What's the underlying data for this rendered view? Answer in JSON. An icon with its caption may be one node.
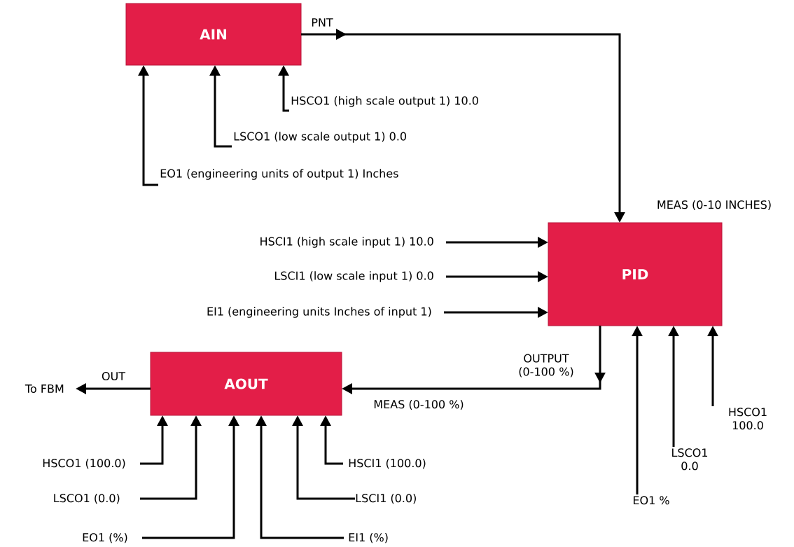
{
  "diagram": {
    "nodes": [
      {
        "text": [
          "AIN"
        ]
      },
      {
        "text": [
          "HSCO1 (high scale output 1) 10.0"
        ]
      },
      {
        "text": [
          "LSCO1 (low scale output 1) 0.0"
        ]
      },
      {
        "text": [
          "EO1 (engineering units of output 1) Inches"
        ]
      },
      {
        "text": [
          "PID"
        ]
      },
      {
        "text": [
          "HSCI1 (high scale input 1) 10.0"
        ]
      },
      {
        "text": [
          "LSCI1 (low scale input 1) 0.0"
        ]
      },
      {
        "text": [
          "EI1 (engineering units Inches of input 1)"
        ]
      },
      {
        "text": [
          "AOUT"
        ]
      },
      {
        "text": [
          "To FBM"
        ]
      },
      {
        "text": [
          "HSCO1 (100.0)"
        ]
      },
      {
        "text": [
          "HSCI1 (100.0)"
        ]
      },
      {
        "text": [
          "LSCO1 (0.0)"
        ]
      },
      {
        "text": [
          "LSCI1 (0.0)"
        ]
      },
      {
        "text": [
          "EO1 (%)"
        ]
      },
      {
        "text": [
          "EI1 (%)"
        ]
      },
      {
        "text": [
          "HSCO1 100.0"
        ]
      },
      {
        "text": [
          "LSCO1 0.0"
        ]
      },
      {
        "text": [
          "EO1 %"
        ]
      }
    ],
    "edges": [
      {
        "from": 0,
        "to": 4,
        "arrow": "to",
        "label": "PNT"
      },
      {
        "from": 1,
        "to": 0,
        "arrow": "to"
      },
      {
        "from": 2,
        "to": 0,
        "arrow": "to"
      },
      {
        "from": 3,
        "to": 0,
        "arrow": "to"
      },
      {
        "from": 5,
        "to": 4,
        "arrow": "to"
      },
      {
        "from": 6,
        "to": 4,
        "arrow": "to"
      },
      {
        "from": 7,
        "to": 4,
        "arrow": "to"
      },
      {
        "from": 4,
        "to": 8,
        "arrow": "to",
        "label": "OUTPUT (0-100 %)"
      },
      {
        "from": 8,
        "to": 9,
        "arrow": "to",
        "label": "OUT"
      },
      {
        "from": 10,
        "to": 8,
        "arrow": "to"
      },
      {
        "from": 11,
        "to": 8,
        "arrow": "to"
      },
      {
        "from": 12,
        "to": 8,
        "arrow": "to"
      },
      {
        "from": 13,
        "to": 8,
        "arrow": "to"
      },
      {
        "from": 14,
        "to": 8,
        "arrow": "to"
      },
      {
        "from": 15,
        "to": 8,
        "arrow": "to"
      },
      {
        "from": 16,
        "to": 4,
        "arrow": "to"
      },
      {
        "from": 17,
        "to": 4,
        "arrow": "to"
      },
      {
        "from": 18,
        "to": 4,
        "arrow": "to"
      }
    ],
    "labels": [
      "MEAS (0-10 INCHES)",
      "MEAS (0-100 %)"
    ]
  }
}
